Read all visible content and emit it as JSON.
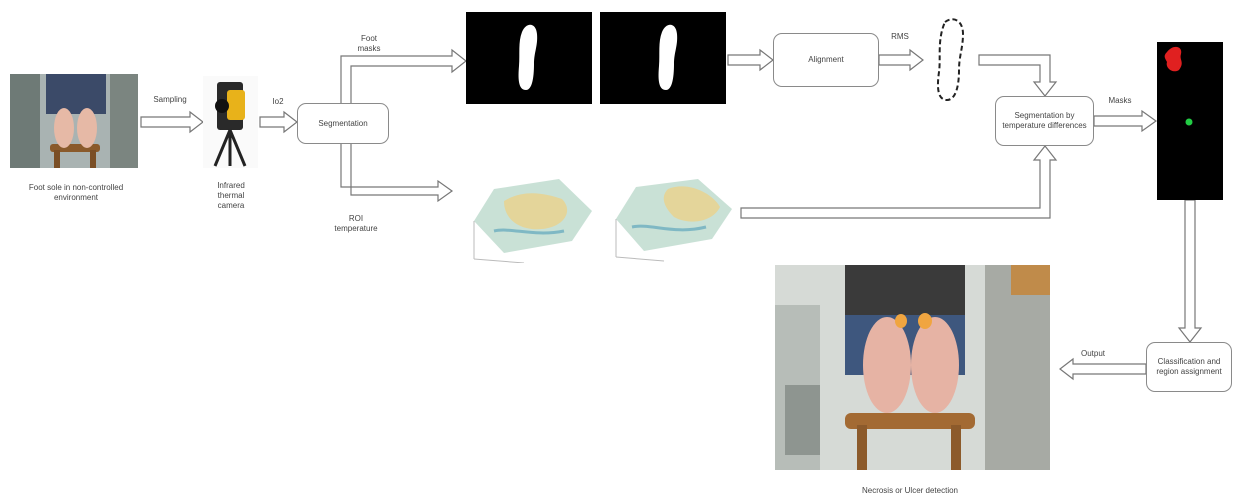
{
  "labels": {
    "foot_caption": "Foot sole in non-controlled environment",
    "sampling": "Sampling",
    "camera_caption": "Infrared thermal camera",
    "io2": "Io2",
    "foot_masks": "Foot masks",
    "rms": "RMS",
    "masks": "Masks",
    "roi_temperature": "ROI temperature",
    "output": "Output",
    "result_caption": "Necrosis or Ulcer detection"
  },
  "boxes": {
    "segmentation": "Segmentation",
    "alignment": "Alignment",
    "seg_temp": "Segmentation by temperature differences",
    "classification": "Classification and region assignment"
  }
}
